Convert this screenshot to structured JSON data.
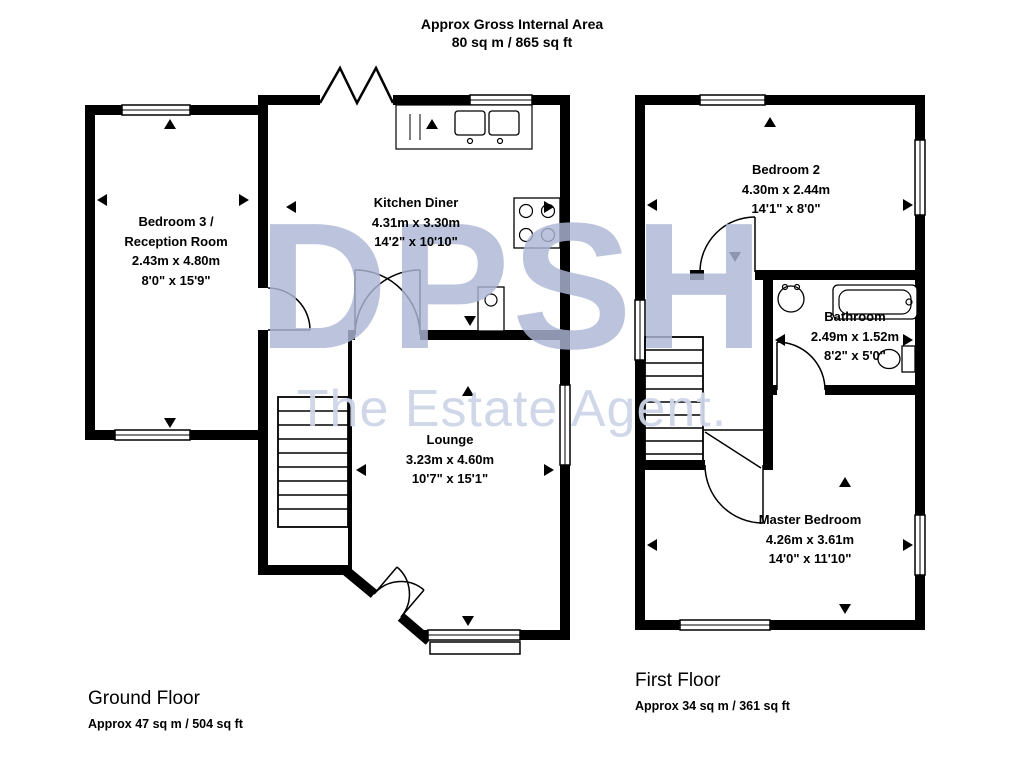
{
  "header": {
    "title": "Approx Gross Internal Area",
    "subtitle": "80 sq m / 865 sq ft"
  },
  "watermark": {
    "line1": "DPSH",
    "line2": "The Estate Agent."
  },
  "ground": {
    "label": "Ground Floor",
    "area": "Approx 47 sq m / 504 sq ft",
    "rooms": {
      "bedroom3": {
        "name": "Bedroom 3 / Reception Room",
        "metric": "2.43m x 4.80m",
        "imperial": "8'0\" x 15'9\""
      },
      "kitchen": {
        "name": "Kitchen Diner",
        "metric": "4.31m x 3.30m",
        "imperial": "14'2\" x 10'10\""
      },
      "lounge": {
        "name": "Lounge",
        "metric": "3.23m x 4.60m",
        "imperial": "10'7\" x 15'1\""
      }
    }
  },
  "first": {
    "label": "First Floor",
    "area": "Approx 34 sq m / 361 sq ft",
    "rooms": {
      "bedroom2": {
        "name": "Bedroom 2",
        "metric": "4.30m x 2.44m",
        "imperial": "14'1\" x 8'0\""
      },
      "bathroom": {
        "name": "Bathroom",
        "metric": "2.49m x 1.52m",
        "imperial": "8'2\" x 5'0\""
      },
      "master": {
        "name": "Master Bedroom",
        "metric": "4.26m x 3.61m",
        "imperial": "14'0\" x 11'10\""
      }
    }
  },
  "colors": {
    "wall": "#000000",
    "background": "#ffffff",
    "watermark_primary": "#acb7d4",
    "watermark_secondary": "#ced5e8"
  }
}
